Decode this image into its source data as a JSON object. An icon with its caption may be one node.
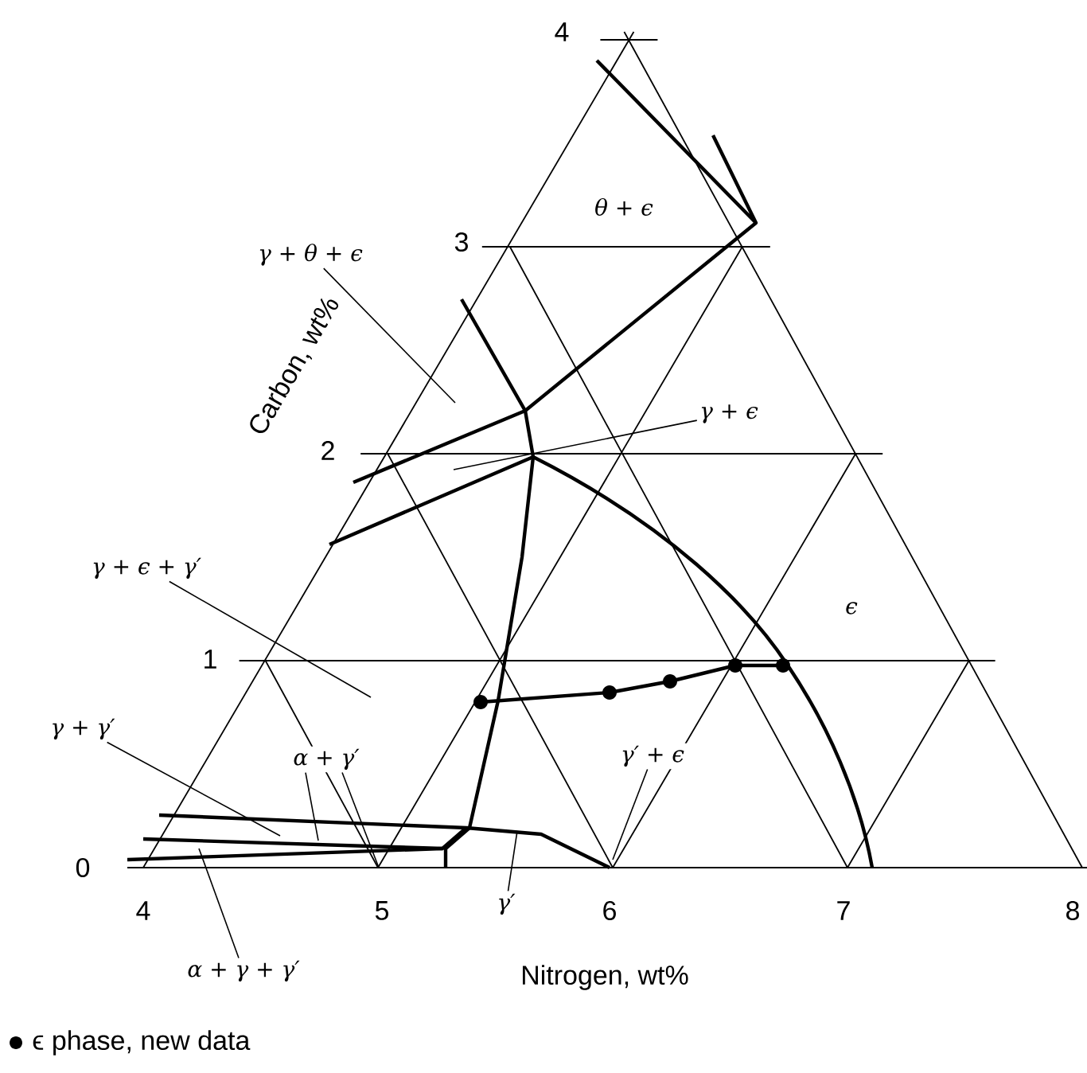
{
  "diagram": {
    "nodes": [
      {
        "text": [
          "γ + θ + ϵ"
        ]
      },
      {
        "text": [
          "γ + ϵ"
        ]
      },
      {
        "text": [
          "γ + ϵ + γ′"
        ]
      },
      {
        "text": [
          "γ + γ′"
        ]
      },
      {
        "text": [
          "α + γ′"
        ]
      },
      {
        "text": [
          "γ′ + ϵ"
        ]
      },
      {
        "text": [
          "γ′"
        ]
      },
      {
        "text": [
          "α + γ + γ′"
        ]
      }
    ],
    "edges": [
      {
        "from": 0,
        "to": null,
        "arrow": "none"
      },
      {
        "from": 1,
        "to": null,
        "arrow": "none"
      },
      {
        "from": 2,
        "to": null,
        "arrow": "none"
      },
      {
        "from": 3,
        "to": null,
        "arrow": "none"
      },
      {
        "from": 4,
        "to": null,
        "arrow": "none"
      },
      {
        "from": 4,
        "to": null,
        "arrow": "none"
      },
      {
        "from": 5,
        "to": null,
        "arrow": "none"
      },
      {
        "from": 6,
        "to": null,
        "arrow": "none"
      },
      {
        "from": 7,
        "to": null,
        "arrow": "none"
      }
    ],
    "labels": [
      "4",
      "θ + ϵ",
      "3",
      "Carbon, wt%",
      "2",
      "ϵ",
      "1",
      "0",
      "4",
      "5",
      "6",
      "7",
      "8",
      "Nitrogen, wt%"
    ],
    "legend": [
      {
        "text": "ϵ phase, new data"
      }
    ]
  }
}
